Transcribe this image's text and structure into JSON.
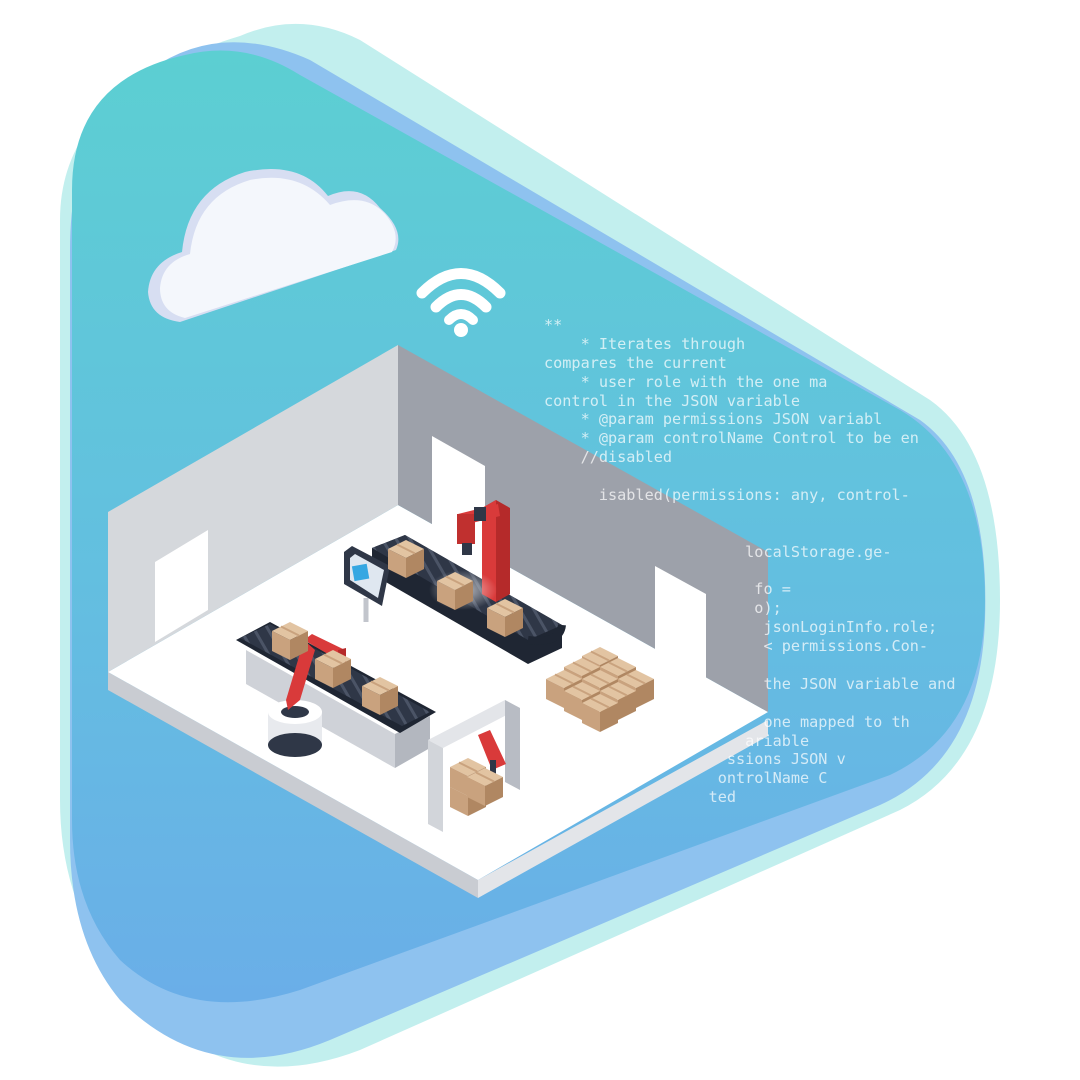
{
  "colors": {
    "teal": "#5fd0d3",
    "blue": "#6bb4e6",
    "light_aqua": "#c2efee",
    "light_blue": "#8ec2ef",
    "floor": "#ffffff",
    "wall_left": "#d5d8dc",
    "wall_right": "#9da1aa",
    "conveyor": "#2f3747",
    "robot_red": "#d93a3a",
    "box": "#c9a27e",
    "cloud": "#f4f7fc"
  },
  "icons": [
    "cloud-icon",
    "wifi-icon",
    "robot-arm-icon",
    "box-icon",
    "conveyor-icon",
    "monitor-icon"
  ],
  "code_lines": [
    "**",
    "    * Iterates through ",
    "compares the current",
    "    * user role with the one ma",
    "control in the JSON variable",
    "    * @param permissions JSON variabl",
    "    * @param controlName Control to be en",
    "    //disabled",
    "",
    "      isabled(permissions: any, control-",
    "",
    "",
    "                      localStorage.ge-",
    "",
    "                       fo =",
    "                       o);",
    "                        jsonLoginInfo.role;",
    "                        < permissions.Con-",
    "",
    "                        the JSON variable and",
    "",
    "                        one mapped to th",
    "                      ariable",
    "                    ssions JSON v",
    "                   ontrolName C",
    "                  ted"
  ]
}
